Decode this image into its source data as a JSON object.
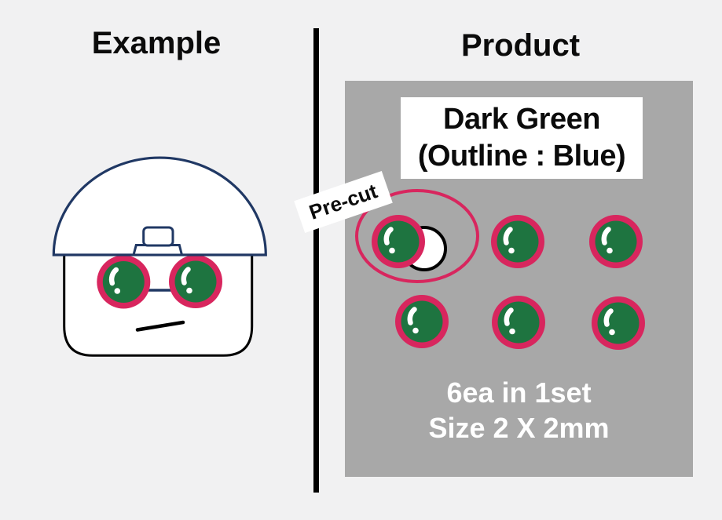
{
  "example_section": {
    "title": "Example"
  },
  "product_section": {
    "title": "Product",
    "color_label": {
      "line1": "Dark Green",
      "line2": "(Outline : Blue)"
    },
    "precut_tag": "Pre-cut",
    "quantity_text": "6ea in 1set",
    "size_text": "Size 2 X 2mm"
  },
  "colors": {
    "background": "#f1f1f2",
    "panel_gray": "#a8a8a8",
    "eye_green": "#1e7440",
    "eye_outline_pink": "#d8265e",
    "helmet_navy": "#203864",
    "divider_black": "#000000",
    "label_bg_white": "#ffffff"
  }
}
